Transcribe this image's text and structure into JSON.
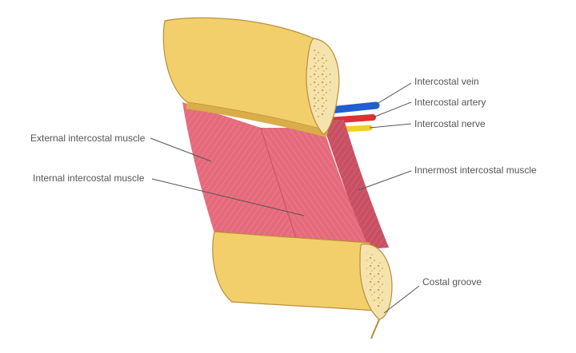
{
  "labels": {
    "intercostal_vein": "Intercostal vein",
    "intercostal_artery": "Intercostal artery",
    "intercostal_nerve": "Intercostal nerve",
    "external_intercostal_muscle": "External intercostal muscle",
    "internal_intercostal_muscle": "Internal intercostal muscle",
    "innermost_intercostal_muscle": "Innermost intercostal muscle",
    "costal_groove": "Costal groove"
  },
  "colors": {
    "bone": "#f2cf6b",
    "bone_shadow": "#d9ad4a",
    "bone_outline": "#b98e38",
    "marrow": "#f5e3ad",
    "muscle": "#e56b7c",
    "muscle_dark": "#c94f63",
    "vein": "#1f5fd1",
    "artery": "#e03131",
    "nerve": "#f0cf2a",
    "leader_line": "#555555",
    "label_text": "#555555"
  }
}
